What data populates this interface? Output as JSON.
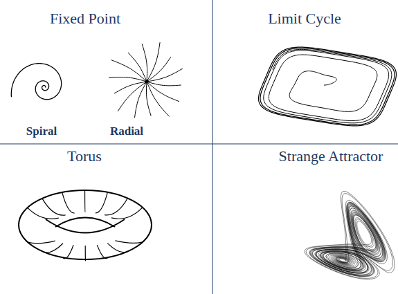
{
  "diagram": {
    "labels": [
      "Fixed Point",
      "Spiral",
      "Radial",
      "Limit Cycle",
      "Torus",
      "Strange Attractor"
    ]
  }
}
